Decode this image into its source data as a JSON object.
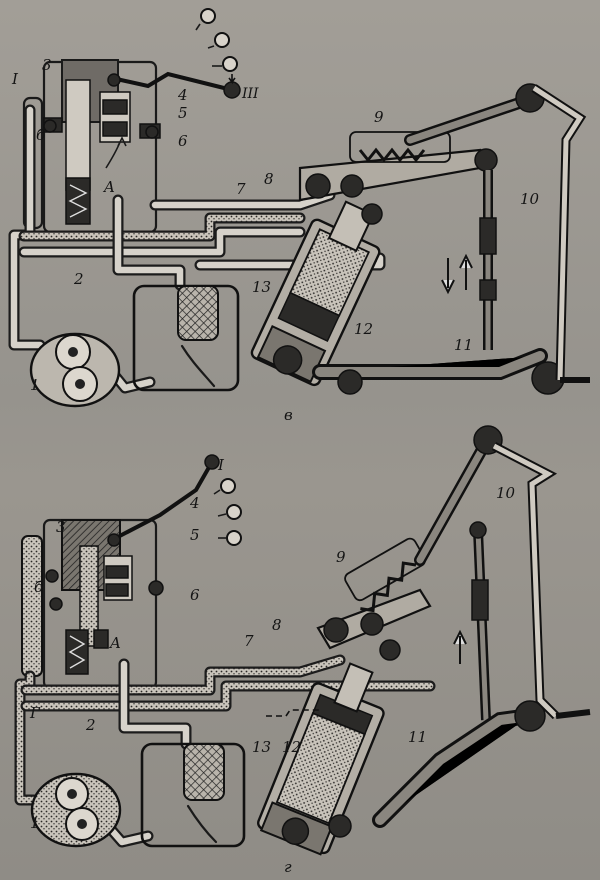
{
  "labels": {
    "top": {
      "roman_one": "I",
      "n3": "3",
      "n4": "4",
      "n5": "5",
      "n6": "6",
      "n_b": "б",
      "roman_three": "III",
      "n_a": "A",
      "n7": "7",
      "n8": "8",
      "n9": "9",
      "n10": "10",
      "n2": "2",
      "n13": "13",
      "n12": "12",
      "n1": "1",
      "n11": "11"
    },
    "bottom": {
      "roman_one": "I",
      "n3": "3",
      "n4": "4",
      "n5": "5",
      "n6": "6",
      "n_b": "б",
      "n_a": "A",
      "n7": "7",
      "n8": "8",
      "n9": "9",
      "n10": "10",
      "n2": "2",
      "n13": "13",
      "n12": "12",
      "n1": "1",
      "n11": "11",
      "n_r": "Г"
    }
  },
  "captions": {
    "top": "в",
    "bottom": "г"
  },
  "colors": {
    "background": "#9a968f",
    "ink": "#1a1a1a",
    "pipe_light": "#d6d2ca",
    "oil_fill": "#5d5a55"
  }
}
